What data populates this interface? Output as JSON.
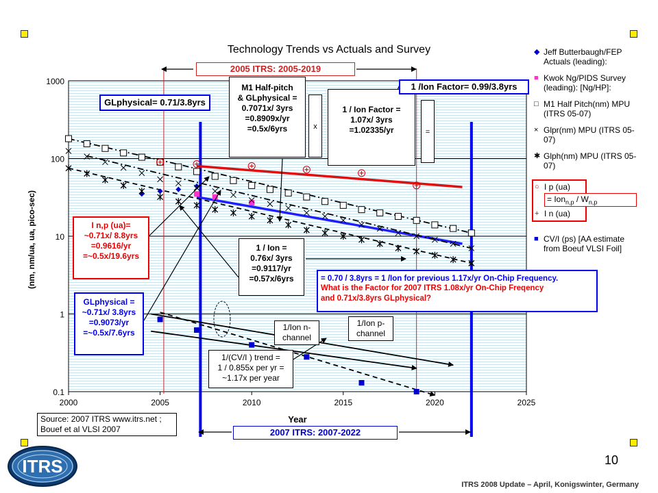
{
  "slide": {
    "page_number": "10",
    "footer": "ITRS 2008 Update – April, Konigswinter, Germany",
    "logo_text": "ITRS",
    "corner_color": "#ffee00"
  },
  "chart_data": {
    "type": "scatter",
    "title": "Technology Trends vs Actuals and Survey",
    "xlabel": "Year",
    "ylabel": "(nm, nm/ua, ua, pico-sec)",
    "xlim": [
      2000,
      2025
    ],
    "ylim": [
      0.1,
      1000
    ],
    "y_scale": "log",
    "x_ticks": [
      2000,
      2005,
      2010,
      2015,
      2020,
      2025
    ],
    "y_ticks": [
      {
        "value": 0.1,
        "label": "0.1"
      },
      {
        "value": 1,
        "label": "1"
      },
      {
        "value": 10,
        "label": "10"
      },
      {
        "value": 100,
        "label": "100"
      },
      {
        "value": 1000,
        "label": "1000"
      }
    ],
    "grid": true,
    "legend_position": "right",
    "series": [
      {
        "name": "Jeff Butterbaugh/FEP Actuals (leading):",
        "marker": "diamond",
        "color": "#0000cc",
        "x": [
          2004,
          2005,
          2006,
          2007
        ],
        "y": [
          35,
          38,
          40,
          44
        ]
      },
      {
        "name": "Kwok Ng/PIDS Survey (leading): [Ng/HP]:",
        "marker": "square",
        "color": "#ff33cc",
        "x": [
          2007,
          2008,
          2010
        ],
        "y": [
          35,
          32,
          27
        ]
      },
      {
        "name": "M1 Half Pitch(nm) MPU (ITRS 05-07)",
        "marker": "open-square",
        "color": "#000000",
        "x": [
          2000,
          2001,
          2002,
          2003,
          2004,
          2005,
          2006,
          2007,
          2008,
          2009,
          2010,
          2011,
          2012,
          2013,
          2014,
          2015,
          2016,
          2017,
          2018,
          2019,
          2020,
          2021,
          2022
        ],
        "y": [
          180,
          155,
          135,
          118,
          104,
          90,
          78,
          68,
          59,
          52,
          45,
          40,
          36,
          32,
          28,
          25,
          22,
          20,
          18,
          16,
          14,
          12.6,
          11
        ]
      },
      {
        "name": "Glpr(nm) MPU (ITRS 05-07)",
        "marker": "x",
        "color": "#000000",
        "x": [
          2000,
          2001,
          2002,
          2003,
          2004,
          2005,
          2006,
          2007,
          2008,
          2009,
          2010,
          2011,
          2012,
          2013,
          2014,
          2015,
          2016,
          2017,
          2018,
          2019,
          2020,
          2021,
          2022
        ],
        "y": [
          125,
          106,
          90,
          76,
          65,
          54,
          48,
          42,
          38,
          34,
          29,
          26,
          23,
          20,
          18,
          16,
          14,
          12.5,
          11,
          10,
          9,
          8,
          7
        ]
      },
      {
        "name": "Glph(nm) MPU (ITRS 05-07)",
        "marker": "asterisk",
        "color": "#000000",
        "x": [
          2000,
          2001,
          2002,
          2003,
          2004,
          2005,
          2006,
          2007,
          2008,
          2009,
          2010,
          2011,
          2012,
          2013,
          2014,
          2015,
          2016,
          2017,
          2018,
          2019,
          2020,
          2021,
          2022
        ],
        "y": [
          75,
          64,
          53,
          45,
          38,
          32,
          28,
          25,
          22,
          20,
          18,
          16,
          14,
          12,
          11,
          10,
          9,
          8,
          7,
          6.4,
          5.7,
          5,
          4.5
        ]
      },
      {
        "name": "I p (ua)",
        "marker": "open-circle-plus",
        "color": "#cc0000",
        "x": [
          2005,
          2007,
          2010,
          2013,
          2016,
          2019
        ],
        "y": [
          90,
          85,
          80,
          72,
          65,
          45
        ]
      },
      {
        "name": "I n (ua)",
        "marker": "plus",
        "color": "#cc0000",
        "x": [],
        "y": []
      },
      {
        "name": "CV/I (ps) [AA estimate from Boeuf VLSI Foil]",
        "marker": "square",
        "color": "#0000cc",
        "x": [
          2005,
          2007,
          2010,
          2013,
          2016,
          2019
        ],
        "y": [
          0.85,
          0.62,
          0.4,
          0.28,
          0.13,
          0.1
        ]
      }
    ],
    "trendlines": [
      {
        "name": "I p trend",
        "color": "#e01010",
        "x": [
          2007,
          2021.5
        ],
        "y": [
          80,
          43
        ]
      },
      {
        "name": "I n trend",
        "color": "#2020ff",
        "x": [
          2007,
          2021.5
        ],
        "y": [
          32,
          8
        ]
      },
      {
        "name": "M1 half pitch trend",
        "color": "#000000",
        "dash": "dashdot",
        "x": [
          2000,
          2022
        ],
        "y": [
          180,
          11
        ]
      },
      {
        "name": "Glpr trend",
        "color": "#000000",
        "dash": "dashdot",
        "x": [
          2001,
          2022
        ],
        "y": [
          108,
          7
        ]
      },
      {
        "name": "Glph trend",
        "color": "#000000",
        "dash": "dash",
        "x": [
          2000,
          2022
        ],
        "y": [
          75,
          4.5
        ]
      },
      {
        "name": "1/Ion n-channel",
        "color": "#000000",
        "x": [
          2004.5,
          2019
        ],
        "y": [
          0.6,
          0.2
        ]
      },
      {
        "name": "1/Ion p-channel",
        "color": "#000000",
        "x": [
          2004.5,
          2021
        ],
        "y": [
          1.0,
          0.22
        ]
      },
      {
        "name": "1/(CV/I) trend",
        "color": "#000000",
        "dash": "dash",
        "x": [
          2005,
          2020
        ],
        "y": [
          1.05,
          0.09
        ]
      }
    ],
    "year_markers": [
      {
        "year": 2005.2,
        "color": "#cc2222",
        "style": "thin"
      },
      {
        "year": 2019,
        "color": "#cc2222",
        "style": "thin"
      },
      {
        "year": 2007.2,
        "color": "#0000ee",
        "style": "thick"
      },
      {
        "year": 2022,
        "color": "#0000ee",
        "style": "thick"
      }
    ]
  },
  "annotations": {
    "itrs2005": "2005 ITRS: 2005-2019",
    "itrs2007": "2007 ITRS: 2007-2022",
    "glphysical_top": "GLphysical= 0.71/3.8yrs",
    "m1_box": [
      "M1 Half-pitch",
      "& GLphysical =",
      "0.7071x/ 3yrs",
      "=0.8909x/yr",
      "=0.5x/6yrs"
    ],
    "times": "x",
    "equals": "=",
    "ion_factor_box": [
      "1 / Ion Factor =",
      "1.07x/ 3yrs",
      "=1.02335/yr"
    ],
    "ion_factor_top": "1 /Ion Factor= 0.99/3.8yrs",
    "in_box": [
      "I n,p (ua)=",
      "~0.71x/ 8.8yrs",
      "=0.9616/yr",
      "=~0.5x/19.6yrs"
    ],
    "gl_box": [
      "GLphysical =",
      "~0.71x/ 3.8yrs",
      "=0.9073/yr",
      "=~0.5x/7.6yrs"
    ],
    "inv_ion_box": [
      "1 / Ion =",
      "0.76x/ 3yrs",
      "=0.9117/yr",
      "=0.57x/6yrs"
    ],
    "question_line1": "=  0.70 / 3.8yrs = 1 /Ion for previous 1.17x/yr On-Chip Frequency.",
    "question_line2": "What is the Factor for 2007 ITRS 1.08x/yr On-Chip Freqency",
    "question_line3": "and 0.71x/3.8yrs GLphysical?",
    "ion_n_channel": [
      "1/Ion n-",
      "channel"
    ],
    "ion_p_channel": [
      "1/Ion p-",
      "channel"
    ],
    "cvi_box": [
      "1/(CV/I ) trend =",
      "1 / 0.855x per yr =",
      "~1.17x per year"
    ],
    "source_box": [
      "Source:  2007 ITRS www.itrs.net ;",
      "Bouef et al VLSI 2007"
    ],
    "legend_formula": "= Ion",
    "legend_formula_sub1": "n,p",
    "legend_formula_mid": " / W",
    "legend_formula_sub2": "n,p"
  }
}
